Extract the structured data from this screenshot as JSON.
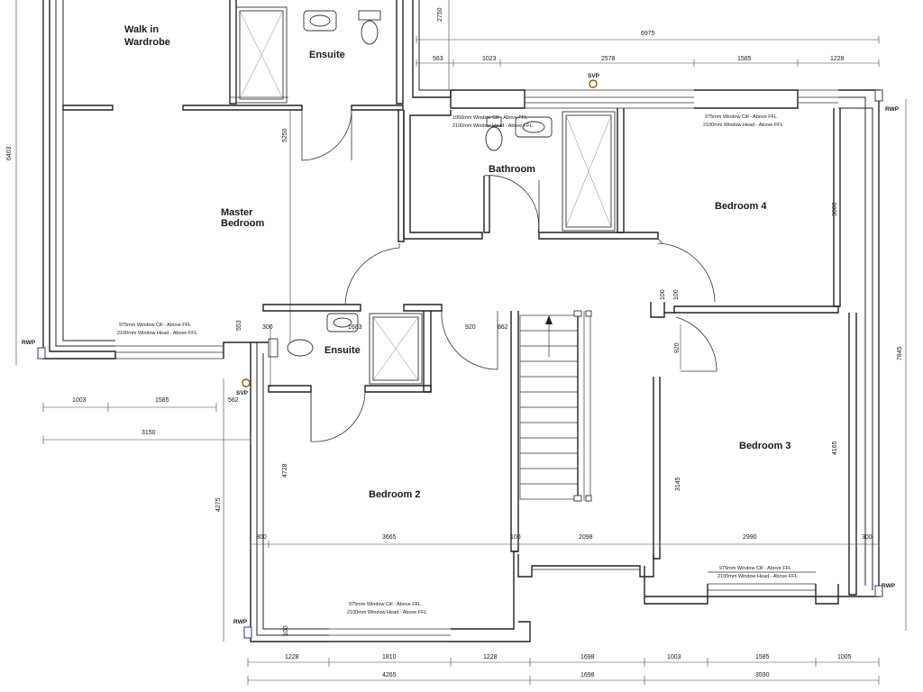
{
  "rooms": {
    "walk_in_line1": "Walk in",
    "walk_in_line2": "Wardrobe",
    "ensuite_top": "Ensuite",
    "master_line1": "Master",
    "master_line2": "Bedroom",
    "bathroom": "Bathroom",
    "bedroom4": "Bedroom 4",
    "ensuite_lower": "Ensuite",
    "bedroom2": "Bedroom 2",
    "bedroom3": "Bedroom 3"
  },
  "notes": {
    "window_cill": "975mm Window Cill - Above FFL",
    "window_head": "2100mm Window Head - Above FFL",
    "bathroom_cill": "1050mm Window Cill - Above FFL",
    "svp": "SVP",
    "rwp": "RWP"
  },
  "dims": {
    "top_overall": "6975",
    "top_563": "563",
    "top_1023": "1023",
    "top_2578": "2578",
    "top_1585": "1585",
    "top_1228": "1228",
    "top_2750": "2750",
    "left_6403": "6403",
    "master_5250": "5250",
    "right_7845": "7845",
    "b4_3000": "3000",
    "b3_4165": "4165",
    "b3_3145": "3145",
    "ens_553": "553",
    "ens_300a": "300",
    "ens_1683": "1683",
    "hall_920a": "920",
    "hall_862": "862",
    "hall_920b": "920",
    "b4_100a": "100",
    "b4_100b": "100",
    "left_1003": "1003",
    "left_1585": "1585",
    "left_562": "562",
    "left_3150": "3150",
    "b2_4728": "4728",
    "left_4275": "4275",
    "b2_300": "300",
    "b2_3665": "3665",
    "b2_100": "100",
    "stair_2098": "2098",
    "b3_2990": "2990",
    "b3_300": "300",
    "b2_win_100": "100",
    "bot_1228a": "1228",
    "bot_1810": "1810",
    "bot_1228b": "1228",
    "bot_1698a": "1698",
    "bot_1003": "1003",
    "bot_1585": "1585",
    "bot_1005": "1005",
    "bot_4265": "4265",
    "bot_1698b": "1698",
    "bot_3590": "3590"
  }
}
